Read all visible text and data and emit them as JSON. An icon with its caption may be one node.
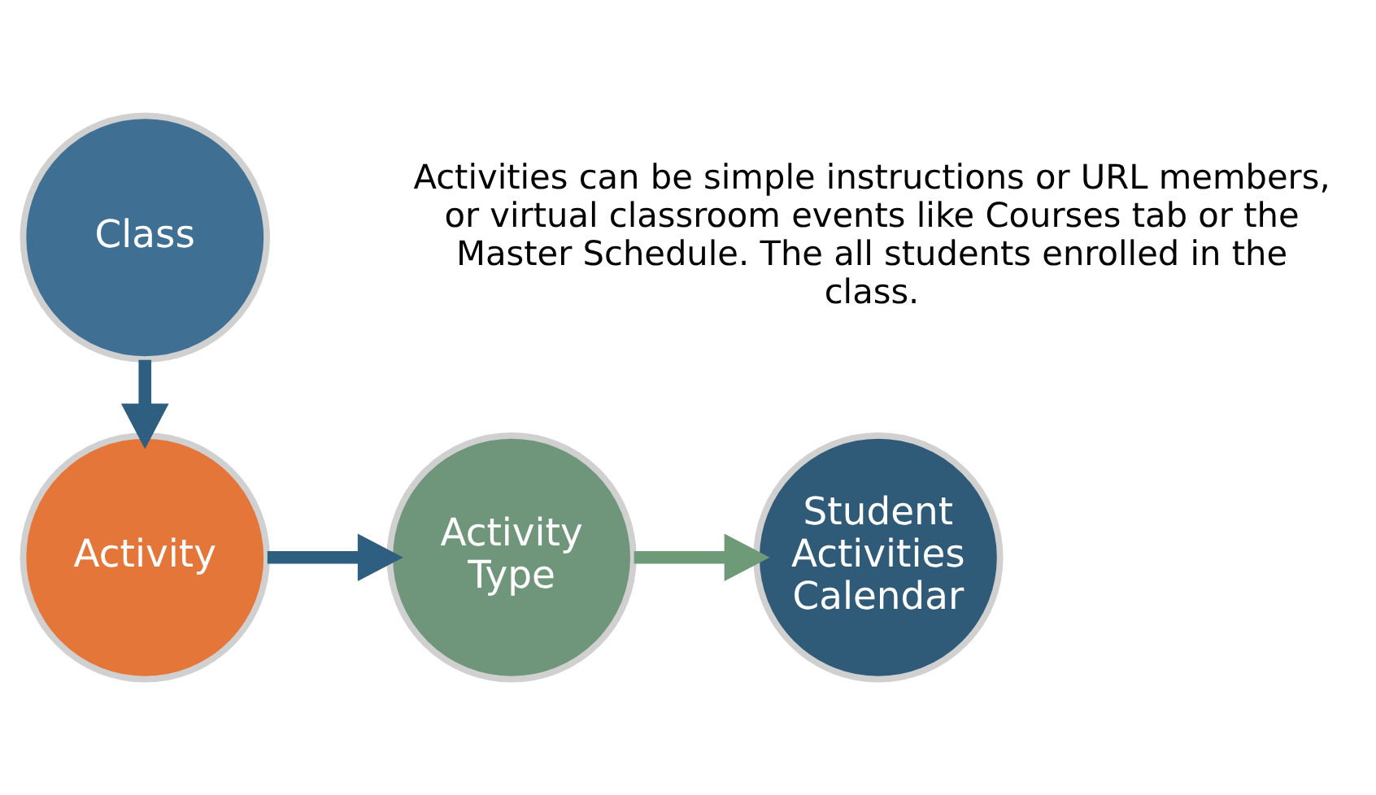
{
  "diagram": {
    "nodes": [
      {
        "text": [
          "Class"
        ]
      },
      {
        "text": [
          "Activity"
        ]
      },
      {
        "text": [
          "Activity Type"
        ]
      },
      {
        "text": [
          "Student Activities Calendar"
        ]
      }
    ],
    "edges": [
      {
        "from": 0,
        "to": 1,
        "arrow": "to"
      },
      {
        "from": 1,
        "to": 2,
        "arrow": "to"
      },
      {
        "from": 2,
        "to": 3,
        "arrow": "to",
        "color": "#6f9a78"
      }
    ],
    "labels": [
      "Activities can be simple instructions or URL members, or virtual classroom events like Courses tab or the Master Schedule. The all students enrolled in the class."
    ]
  }
}
